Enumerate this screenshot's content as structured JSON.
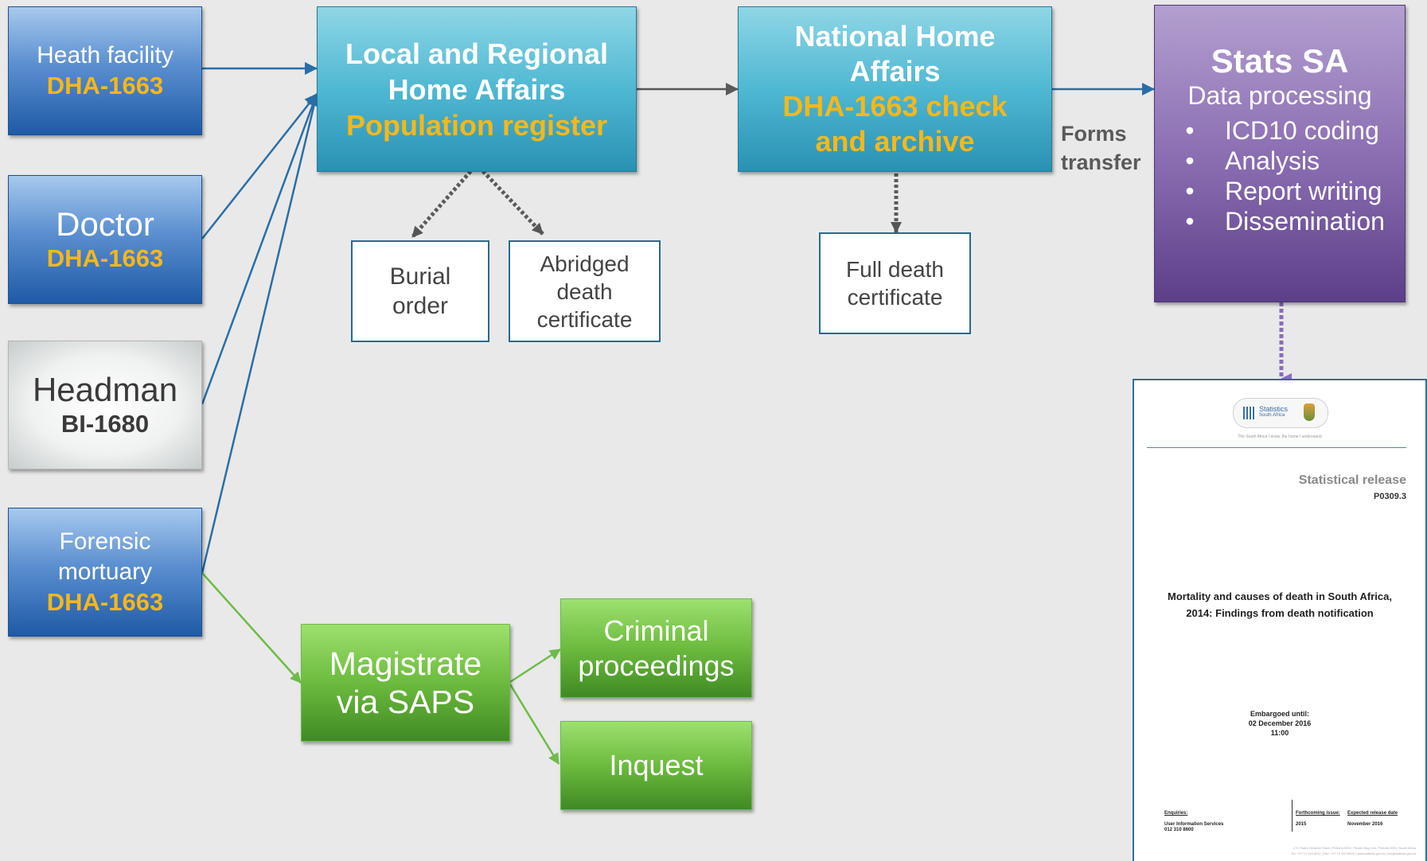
{
  "sources": {
    "health_facility": {
      "name": "Heath facility",
      "form": "DHA-1663"
    },
    "doctor": {
      "name": "Doctor",
      "form": "DHA-1663"
    },
    "headman": {
      "name": "Headman",
      "form": "BI-1680"
    },
    "forensic": {
      "name1": "Forensic",
      "name2": "mortuary",
      "form": "DHA-1663"
    }
  },
  "local": {
    "line1": "Local and Regional",
    "line2": "Home Affairs",
    "sub": "Population register"
  },
  "national": {
    "line1": "National Home",
    "line2": "Affairs",
    "sub1": "DHA-1663 check",
    "sub2": "and archive"
  },
  "stats": {
    "title": "Stats SA",
    "subtitle": "Data processing",
    "items": [
      "ICD10 coding",
      "Analysis",
      "Report writing",
      "Dissemination"
    ],
    "bullet": "•"
  },
  "forms_transfer": {
    "line1": "Forms",
    "line2": "transfer"
  },
  "outputs": {
    "burial": {
      "line1": "Burial",
      "line2": "order"
    },
    "abridged": {
      "line1": "Abridged",
      "line2": "death",
      "line3": "certificate"
    },
    "full": {
      "line1": "Full death",
      "line2": "certificate"
    }
  },
  "magistrate": {
    "line1": "Magistrate",
    "line2": "via SAPS"
  },
  "criminal": {
    "line1": "Criminal",
    "line2": "proceedings"
  },
  "inquest": {
    "label": "Inquest"
  },
  "report": {
    "logo1": "Statistics",
    "logo2": "South Africa",
    "tagline": "The South Africa I know, the home I understand",
    "release": "Statistical release",
    "code": "P0309.3",
    "title1": "Mortality and causes of death in South Africa,",
    "title2": "2014: Findings from death notification",
    "embargo1": "Embargoed until:",
    "embargo2": "02 December 2016",
    "embargo3": "11:00",
    "enq_h": "Enquiries:",
    "enq1": "User Information Services",
    "enq2": "012 310 8600",
    "fc_h": "Forthcoming issue:",
    "fc_v": "2015",
    "exp_h": "Expected release date",
    "exp_v": "November 2016",
    "footer1": "170 Thabo Sehume Street, Pretoria 0002, Private Bag X44, Pretoria 0001, South Africa",
    "footer2": "Tel: +27 12 310 8911 | Fax: +27 12 310 8500 | www.statssa.gov.za | info@statssa.gov.za"
  },
  "colors": {
    "gold": "#f6b71a",
    "blue_arrow": "#2a6ea6",
    "green_arrow": "#6dbb48",
    "purple_dash": "#8a6bbf"
  }
}
